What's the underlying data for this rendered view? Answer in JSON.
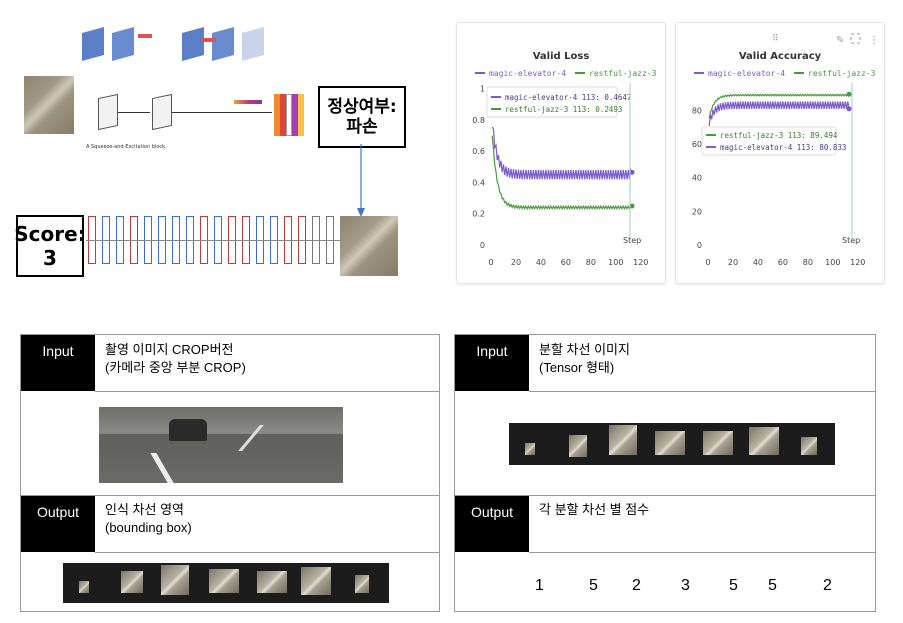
{
  "architecture": {
    "caption": "A Squeeze-and-Excitation block.",
    "status_label": "정상여부:\n파손",
    "score_label": "Score:\n3"
  },
  "loss_chart": {
    "title": "Valid Loss",
    "legend": [
      "magic-elevator-4",
      "restful-jazz-3"
    ],
    "tooltip": [
      "magic-elevator-4 113: 0.4647",
      "restful-jazz-3 113: 0.2493"
    ],
    "step_label": "Step",
    "y_ticks": [
      "0",
      "0.2",
      "0.4",
      "0.6",
      "0.8",
      "1"
    ],
    "x_ticks": [
      "0",
      "20",
      "40",
      "60",
      "80",
      "100",
      "120"
    ]
  },
  "acc_chart": {
    "title": "Valid Accuracy",
    "legend": [
      "magic-elevator-4",
      "restful-jazz-3"
    ],
    "tooltip": [
      "restful-jazz-3 113: 89.494",
      "magic-elevator-4 113: 80.833"
    ],
    "step_label": "Step",
    "y_ticks": [
      "0",
      "20",
      "40",
      "60",
      "80"
    ],
    "x_ticks": [
      "0",
      "20",
      "40",
      "60",
      "80",
      "100",
      "120"
    ]
  },
  "colors": {
    "magic": "#7b5cc9",
    "restful": "#4a9a3c"
  },
  "chart_data": [
    {
      "type": "line",
      "title": "Valid Loss",
      "xlabel": "Step",
      "xlim": [
        0,
        125
      ],
      "ylim": [
        0,
        1.1
      ],
      "series": [
        {
          "name": "magic-elevator-4",
          "last_value": 0.4647,
          "plateau": 0.45
        },
        {
          "name": "restful-jazz-3",
          "last_value": 0.2493,
          "plateau": 0.24
        }
      ]
    },
    {
      "type": "line",
      "title": "Valid Accuracy",
      "xlabel": "Step",
      "xlim": [
        0,
        125
      ],
      "ylim": [
        0,
        95
      ],
      "series": [
        {
          "name": "restful-jazz-3",
          "last_value": 89.494,
          "plateau": 89
        },
        {
          "name": "magic-elevator-4",
          "last_value": 80.833,
          "plateau": 83
        }
      ]
    }
  ],
  "left_table": {
    "input_label": "Input",
    "input_desc": [
      "촬영 이미지 CROP버전",
      "(카메라 중앙 부분 CROP)"
    ],
    "output_label": "Output",
    "output_desc": [
      "인식 차선 영역",
      "(bounding box)"
    ]
  },
  "right_table": {
    "input_label": "Input",
    "input_desc": [
      "분할 차선 이미지",
      "(Tensor 형태)"
    ],
    "output_label": "Output",
    "output_desc": "각 분할 차선 별 점수",
    "scores": [
      "1",
      "5",
      "2",
      "3",
      "5",
      "5",
      "2"
    ]
  }
}
